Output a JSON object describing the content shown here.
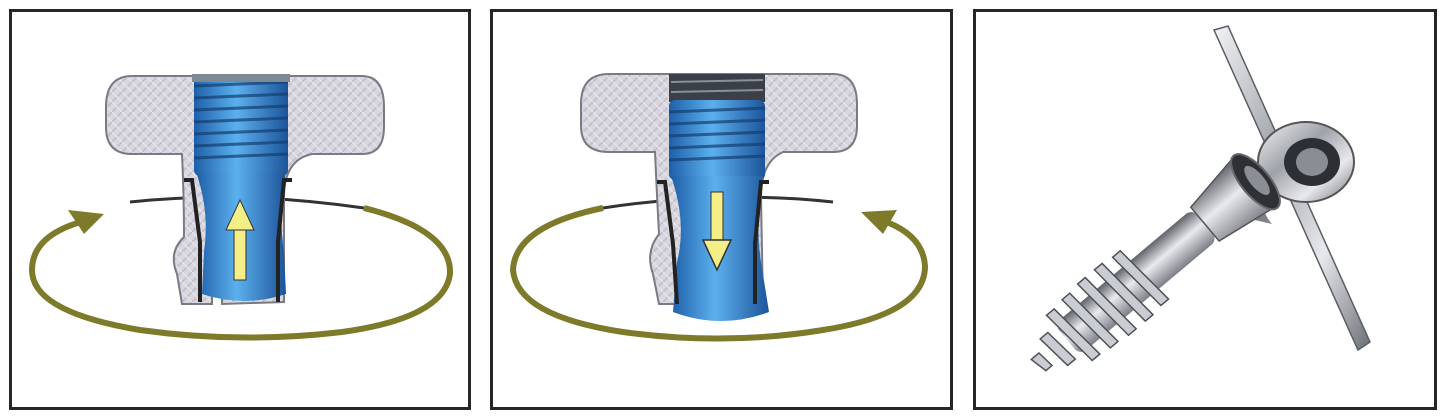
{
  "figure": {
    "panels": [
      {
        "id": "panel-tighten",
        "arrow_direction": "up",
        "rotation_direction": "clockwise"
      },
      {
        "id": "panel-loosen",
        "arrow_direction": "down",
        "rotation_direction": "counter-clockwise"
      },
      {
        "id": "panel-screw-assembly",
        "subject": "screw-and-plate-render"
      }
    ],
    "colors": {
      "screw_blue": "#3d8fd6",
      "rotation_arrow": "#7d7a2a",
      "motion_arrow": "#f3ee86",
      "housing": "#d6d3dc",
      "steel": "#b9bcc2",
      "frame": "#262626"
    }
  }
}
